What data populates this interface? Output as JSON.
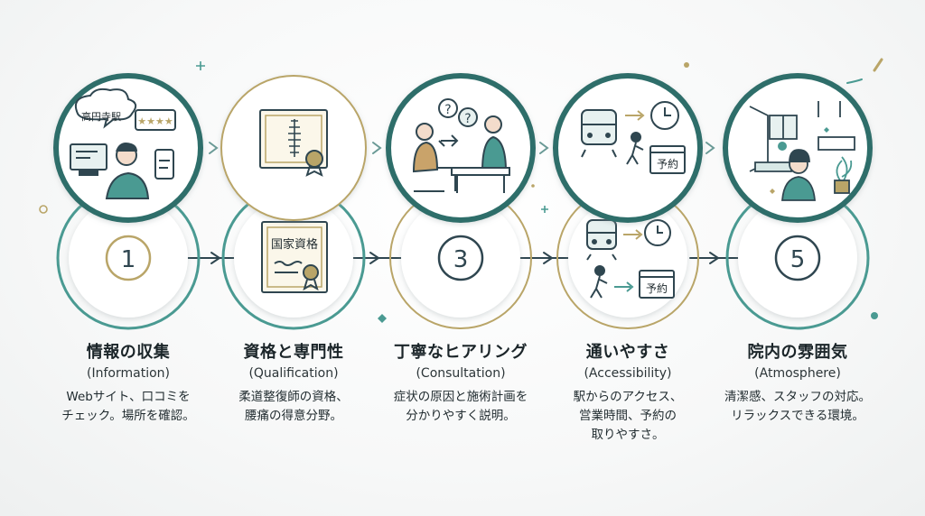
{
  "colors": {
    "teal": "#4a9a92",
    "gold": "#b9a568",
    "navy": "#2f4650",
    "ink": "#1f2a2e"
  },
  "steps": [
    {
      "number": "1",
      "title": "情報の収集",
      "subtitle": "(Information)",
      "desc": [
        "Webサイト、口コミを",
        "チェック。場所を確認。"
      ],
      "icon": "laptop-user-icon",
      "bubble": "高円寺駅"
    },
    {
      "number": "",
      "title": "資格と専門性",
      "subtitle": "(Qualification)",
      "desc": [
        "柔道整復師の資格、",
        "腰痛の得意分野。"
      ],
      "icon": "certificate-icon",
      "certificate": "国家資格"
    },
    {
      "number": "3",
      "title": "丁寧なヒアリング",
      "subtitle": "(Consultation)",
      "desc": [
        "症状の原因と施術計画を",
        "分かりやすく説明。"
      ],
      "icon": "consultation-icon"
    },
    {
      "number": "",
      "title": "通いやすさ",
      "subtitle": "(Accessibility)",
      "desc": [
        "駅からのアクセス、",
        "営業時間、予約の",
        "取りやすさ。"
      ],
      "icon": "train-clock-icon",
      "booking": "予約"
    },
    {
      "number": "5",
      "title": "院内の雰囲気",
      "subtitle": "(Atmosphere)",
      "desc": [
        "清潔感、スタッフの対応。",
        "リラックスできる環境。"
      ],
      "icon": "clinic-interior-icon"
    }
  ]
}
